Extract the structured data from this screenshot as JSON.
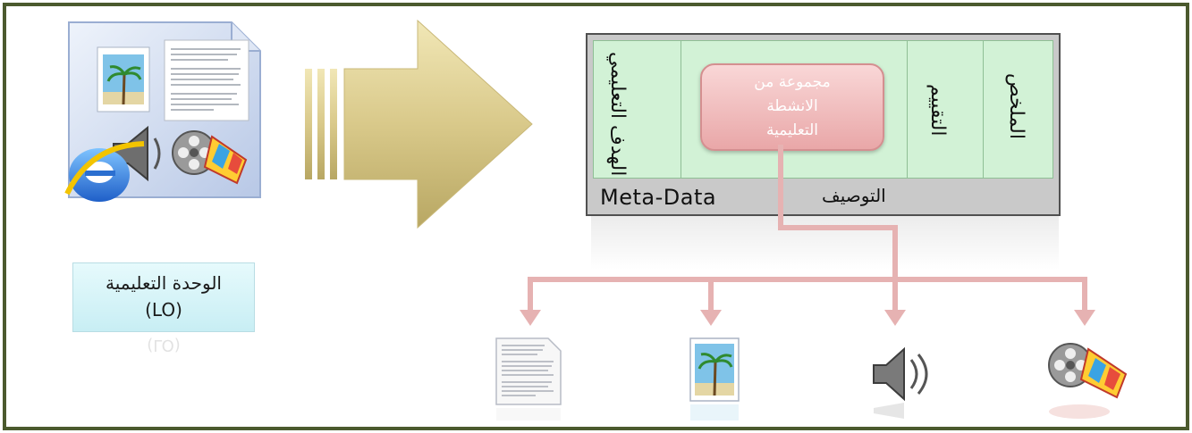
{
  "learning_object": {
    "label_line1": "الوحدة التعليمية",
    "label_line2": "(LO)",
    "label_reflection": "(LO)"
  },
  "metadata": {
    "title_en": "Meta-Data",
    "title_ar": "التوصيف",
    "columns": {
      "objective": "الهدف التعليمي",
      "activities": "مجموعة من الانشطة التعليمية",
      "assessment": "التقييم",
      "summary": "الملخص"
    },
    "activities_lines": [
      "مجموعة من",
      "الانشطة",
      "التعليمية"
    ]
  },
  "assets": [
    "document-icon",
    "image-icon",
    "audio-icon",
    "video-icon"
  ],
  "colors": {
    "frame": "#4b5a2e",
    "arrow": "#d8ca8c",
    "table_green": "#d2f2d6",
    "activity_pink": "#e9a7a8",
    "connector": "#e6b2b2",
    "label_cyan": "#d6f4f8"
  }
}
